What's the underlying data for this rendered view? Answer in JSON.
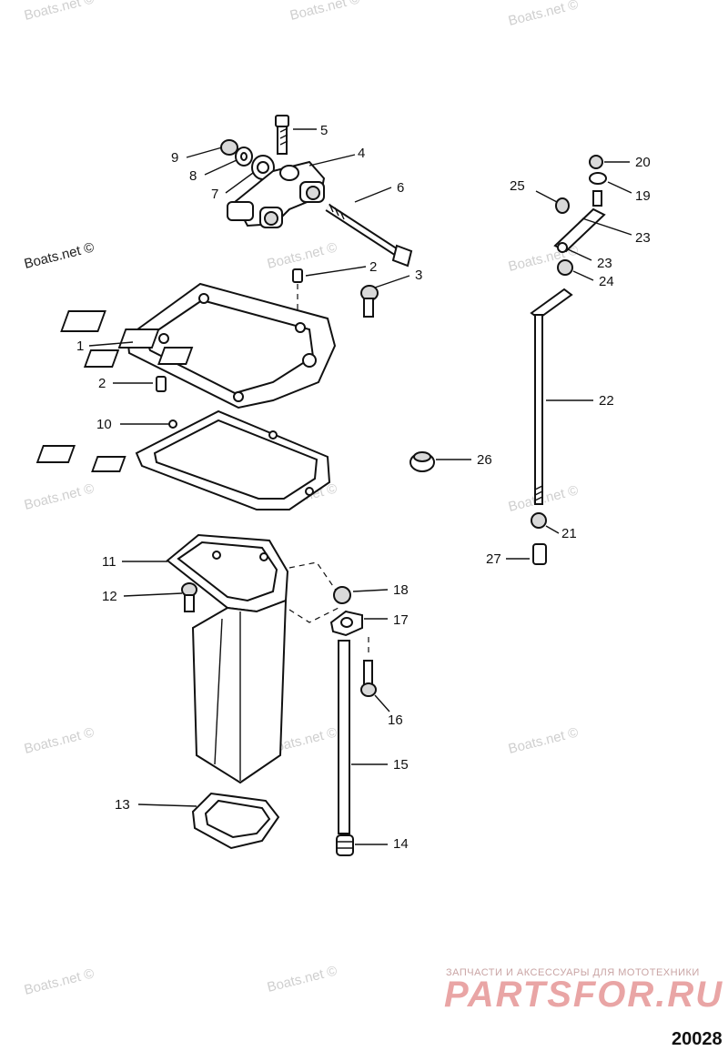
{
  "watermark": "Boats.net ©",
  "figure_number": "20028",
  "brand": {
    "tagline": "ЗАПЧАСТИ И АКСЕССУАРЫ ДЛЯ МОТОТЕХНИКИ",
    "name": "PARTSFOR.RU"
  },
  "callouts": {
    "c1": "1",
    "c2a": "2",
    "c2b": "2",
    "c3": "3",
    "c4": "4",
    "c5": "5",
    "c6": "6",
    "c7": "7",
    "c8": "8",
    "c9": "9",
    "c10": "10",
    "c11": "11",
    "c12": "12",
    "c13": "13",
    "c14": "14",
    "c15": "15",
    "c16": "16",
    "c17": "17",
    "c18": "18",
    "c19": "19",
    "c20": "20",
    "c21": "21",
    "c22": "22",
    "c23a": "23",
    "c23b": "23",
    "c24": "24",
    "c25": "25",
    "c26": "26",
    "c27": "27"
  }
}
